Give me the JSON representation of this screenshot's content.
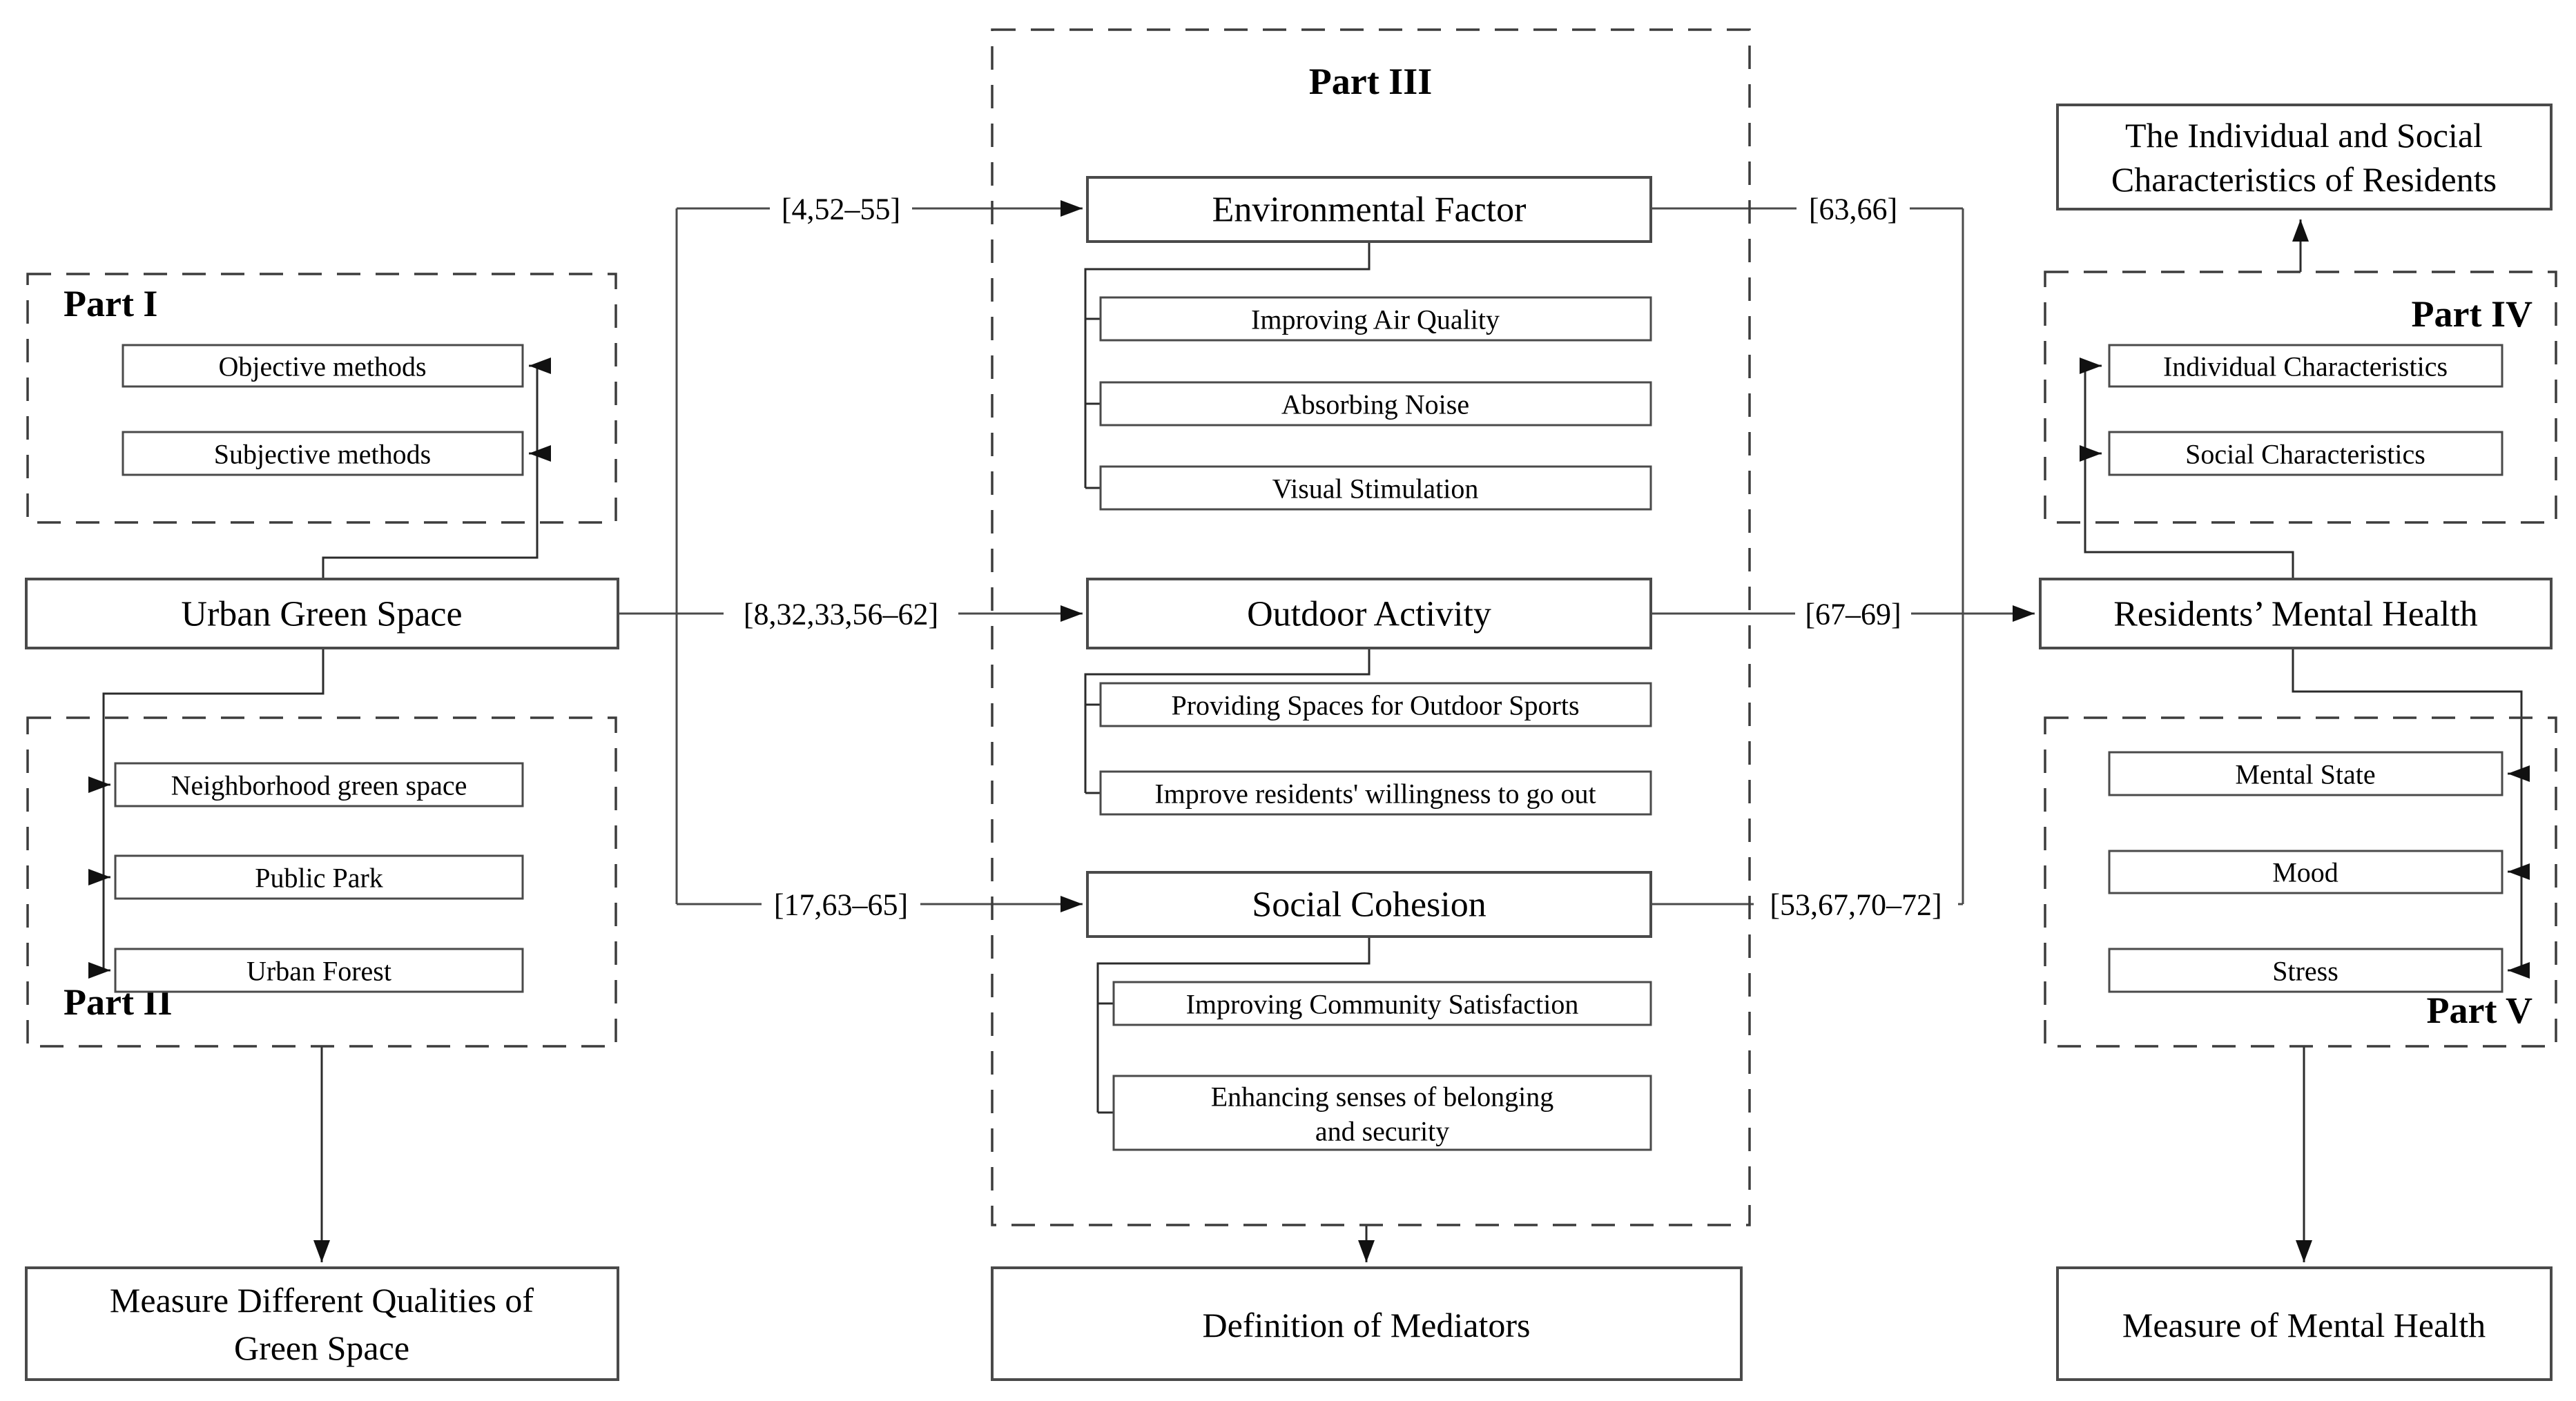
{
  "parts": {
    "part1": "Part I",
    "part2": "Part II",
    "part3": "Part III",
    "part4": "Part IV",
    "part5": "Part V"
  },
  "nodes": {
    "objective_methods": "Objective methods",
    "subjective_methods": "Subjective methods",
    "urban_green_space": "Urban Green Space",
    "neighborhood_green_space": "Neighborhood green space",
    "public_park": "Public Park",
    "urban_forest": "Urban Forest",
    "measure_green_space": {
      "line1": "Measure Different Qualities of",
      "line2": "Green Space"
    },
    "environmental_factor": "Environmental Factor",
    "improving_air_quality": "Improving Air Quality",
    "absorbing_noise": "Absorbing Noise",
    "visual_stimulation": "Visual Stimulation",
    "outdoor_activity": "Outdoor Activity",
    "providing_spaces": "Providing  Spaces for Outdoor Sports",
    "improve_willingness": "Improve residents' willingness to go out",
    "social_cohesion": "Social Cohesion",
    "improving_satisfaction": "Improving Community Satisfaction",
    "enhancing_belonging": {
      "line1": "Enhancing  senses of belonging",
      "line2": "and security"
    },
    "definition_mediators": "Definition of Mediators",
    "individual_social": {
      "line1": "The Individual and Social",
      "line2": "Characteristics of Residents"
    },
    "individual_characteristics": "Individual Characteristics",
    "social_characteristics": "Social Characteristics",
    "residents_mental_health": "Residents’ Mental Health",
    "mental_state": "Mental State",
    "mood": "Mood",
    "stress": "Stress",
    "measure_mental_health": "Measure of Mental Health"
  },
  "citations": {
    "env_in": "[4,52–55]",
    "outdoor_in": "[8,32,33,56–62]",
    "social_in": "[17,63–65]",
    "env_out": "[63,66]",
    "outdoor_out": "[67–69]",
    "social_out": "[53,67,70–72]"
  },
  "colors": {
    "box_border": "#4a4a4a",
    "dashed_border": "#3c3c3c",
    "connector": "#2b2b2b",
    "text": "#000000",
    "background": "#ffffff"
  }
}
